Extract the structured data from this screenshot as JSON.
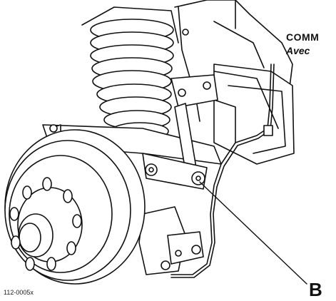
{
  "figure": {
    "header_line1": "COMM",
    "header_line2": "Avec",
    "callout_label": "B",
    "figure_id": "112-0005x"
  },
  "colors": {
    "line": "#111111",
    "background": "#ffffff"
  },
  "icons": [
    "coil-spring",
    "brake-drum",
    "wheel-studs",
    "shock-mount",
    "brake-line"
  ]
}
